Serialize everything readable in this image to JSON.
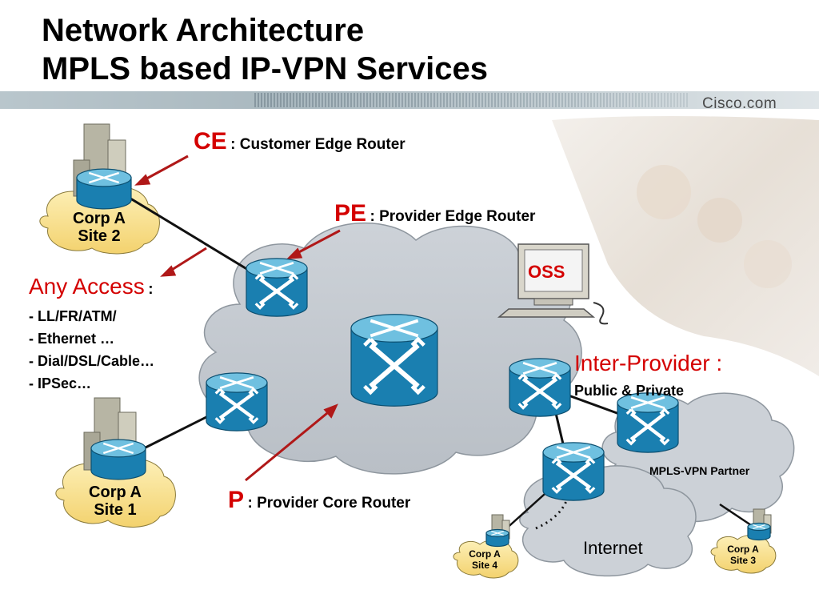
{
  "header": {
    "title_line1": "Network Architecture",
    "title_line2": "MPLS based IP-VPN Services",
    "brand": "Cisco.com"
  },
  "labels": {
    "ce_abbr": "CE",
    "ce_desc": ": Customer Edge Router",
    "pe_abbr": "PE",
    "pe_desc": ": Provider Edge Router",
    "p_abbr": "P",
    "p_desc": ": Provider Core Router",
    "any_access": "Any Access",
    "any_access_colon": ":",
    "access_items": [
      "- LL/FR/ATM/",
      "- Ethernet …",
      "- Dial/DSL/Cable…",
      "- IPSec…"
    ],
    "inter_provider": "Inter-Provider :",
    "inter_provider_sub": "Public & Private",
    "oss": "OSS",
    "mpls_partner": "MPLS-VPN Partner",
    "internet": "Internet"
  },
  "sites": {
    "site2": [
      "Corp A",
      "Site 2"
    ],
    "site1": [
      "Corp A",
      "Site 1"
    ],
    "site4": [
      "Corp A",
      "Site 4"
    ],
    "site3": [
      "Corp A",
      "Site 3"
    ]
  },
  "colors": {
    "router_blue": "#1a7fb0",
    "router_top": "#6fc0e0",
    "cloud_fill": "#c4c9cf",
    "site_cloud": "#fbe59a",
    "arrow_red": "#b01818",
    "accent_red": "#d40000"
  }
}
